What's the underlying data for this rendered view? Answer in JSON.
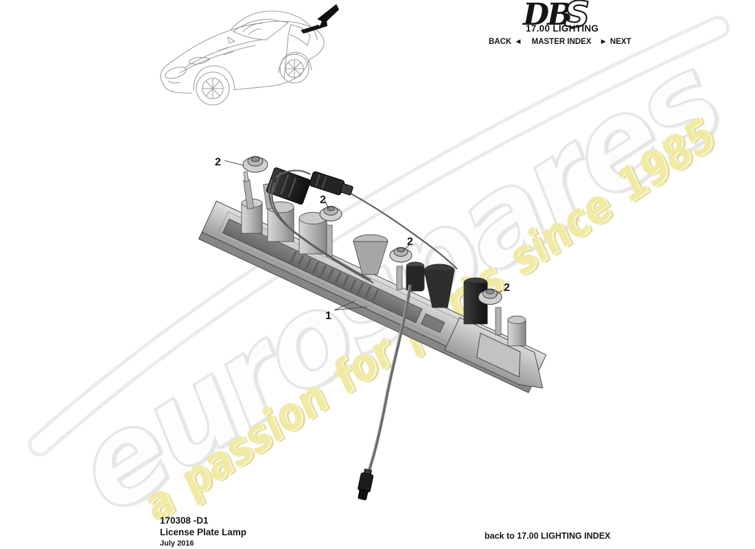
{
  "header": {
    "logo_db": "DB",
    "logo_s": "S",
    "section_title": "17.00 LIGHTING",
    "nav_back": "BACK",
    "nav_back_arrow": "◄",
    "nav_master_index": "MASTER INDEX",
    "nav_next_arrow": "►",
    "nav_next": "NEXT"
  },
  "watermark": {
    "brand": "eurospares",
    "slogan": "a passion for parts since 1985"
  },
  "diagram": {
    "callouts": [
      {
        "label": "2"
      },
      {
        "label": "2"
      },
      {
        "label": "2"
      },
      {
        "label": "2"
      },
      {
        "label": "1"
      }
    ]
  },
  "footer": {
    "doc_number": "170308 -D1",
    "doc_title": "License Plate Lamp",
    "doc_date": "July 2016",
    "back_link": "back to 17.00 LIGHTING INDEX"
  },
  "colors": {
    "slogan_yellow": "#f0eaa4",
    "watermark_gray": "#e6e6e6",
    "ink": "#141414"
  }
}
